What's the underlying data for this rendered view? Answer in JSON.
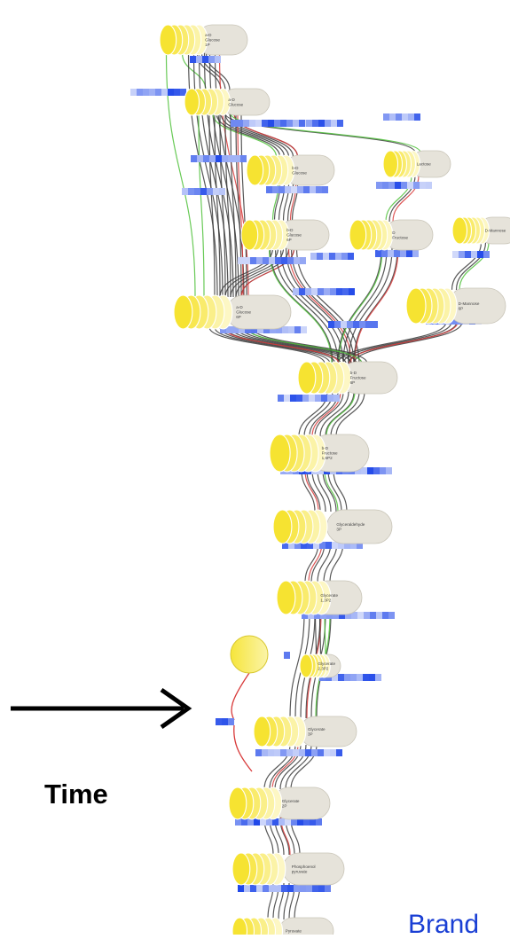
{
  "time_label": "Time",
  "footer_text": "Brand",
  "colors": {
    "node_yellow": "#f6e53b",
    "node_label_bg": "#e6e3da",
    "edge_black": "#3a3a3a",
    "edge_green": "#4fc13a",
    "edge_red": "#d83a3a",
    "heat_blue": "#2f58e8",
    "footer_blue": "#1a3fd4"
  },
  "nodes": [
    {
      "id": "a-d-glucose-1p",
      "label": [
        "a-D",
        "Glucose",
        "1P"
      ]
    },
    {
      "id": "a-d-glucose",
      "label": [
        "a-D",
        "Glucose"
      ]
    },
    {
      "id": "b-d-glucose",
      "label": [
        "b-D",
        "Glucose"
      ]
    },
    {
      "id": "lactose",
      "label": [
        "Lactose"
      ]
    },
    {
      "id": "b-d-glucose-6p",
      "label": [
        "b-D",
        "Glucose",
        "6P"
      ]
    },
    {
      "id": "d-fructose",
      "label": [
        "D",
        "Fructose"
      ]
    },
    {
      "id": "d-mannose",
      "label": [
        "D-Mannose"
      ]
    },
    {
      "id": "a-d-glucose-6p",
      "label": [
        "a-D",
        "Glucose",
        "6P"
      ]
    },
    {
      "id": "d-mannose-6p",
      "label": [
        "D-Mannose",
        "6P"
      ]
    },
    {
      "id": "b-d-fructose-6p",
      "label": [
        "b-D",
        "Fructose",
        "6P"
      ]
    },
    {
      "id": "b-d-fructose-16p2",
      "label": [
        "b-D",
        "Fructose",
        "1,6P2"
      ]
    },
    {
      "id": "glyceraldehyde-3p",
      "label": [
        "Glyceraldehyde",
        "3P"
      ]
    },
    {
      "id": "glycerate-13p2",
      "label": [
        "Glycerate",
        "1,3P2"
      ]
    },
    {
      "id": "glycerate-23p2",
      "label": [
        "Glycerate",
        "2,3P2"
      ]
    },
    {
      "id": "glycerate-3p",
      "label": [
        "Glycerate",
        "3P"
      ]
    },
    {
      "id": "glycerate-2p",
      "label": [
        "Glycerate",
        "2P"
      ]
    },
    {
      "id": "phosphoenolpyruvate",
      "label": [
        "Phosphoenol",
        "pyruvate"
      ]
    },
    {
      "id": "pyruvate",
      "label": [
        "Pyruvate"
      ]
    }
  ]
}
